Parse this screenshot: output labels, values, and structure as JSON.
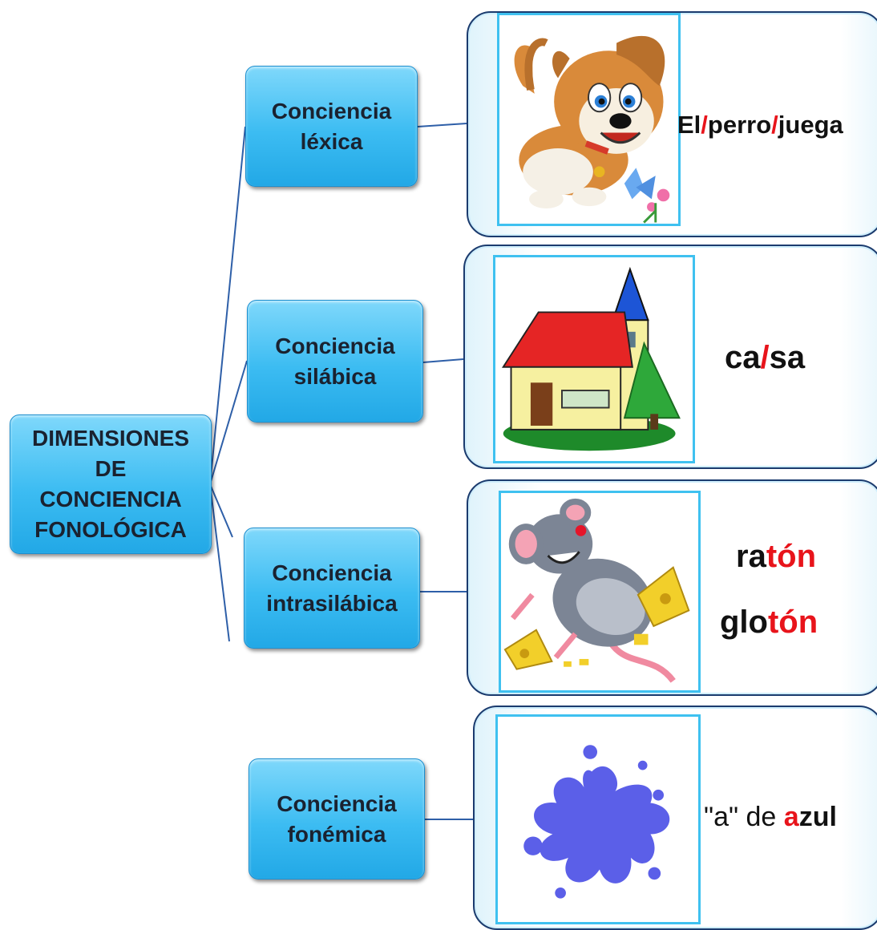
{
  "root": {
    "label": "DIMENSIONES\nDE\nCONCIENCIA\nFONOLÓGICA"
  },
  "dimensions": [
    {
      "label": "Conciencia léxica",
      "line1": "Conciencia",
      "line2": "léxica",
      "image": "dog-icon",
      "example": {
        "parts": [
          "El",
          "/",
          "perro",
          "/",
          "juega"
        ]
      }
    },
    {
      "label": "Conciencia silábica",
      "line1": "Conciencia",
      "line2": "silábica",
      "image": "house-icon",
      "example": {
        "parts": [
          "ca",
          "/",
          "sa"
        ]
      }
    },
    {
      "label": "Conciencia intrasilábica",
      "line1": "Conciencia",
      "line2": "intrasilábica",
      "image": "mouse-icon",
      "example": {
        "word1": [
          "ra",
          "tón"
        ],
        "word2": [
          "glo",
          "tón"
        ]
      }
    },
    {
      "label": "Conciencia fonémica",
      "line1": "Conciencia",
      "line2": "fonémica",
      "image": "paint-splash-icon",
      "example": {
        "prefix": "\"a\" de ",
        "highlight": "a",
        "rest": "zul"
      }
    }
  ],
  "colors": {
    "node": "#3cbcf2",
    "highlight": "#e8141b",
    "connector": "#2e5fa8",
    "card_border": "#1b3b6e"
  }
}
